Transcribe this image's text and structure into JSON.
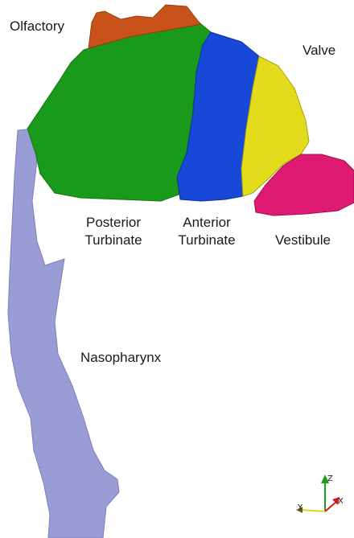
{
  "labels": {
    "olfactory": "Olfactory",
    "valve": "Valve",
    "posterior_turbinate": [
      "Posterior",
      "Turbinate"
    ],
    "anterior_turbinate": [
      "Anterior",
      "Turbinate"
    ],
    "vestibule": "Vestibule",
    "nasopharynx": "Nasopharynx"
  },
  "axes": {
    "z": "Z",
    "x": "X",
    "y": "Y"
  },
  "colors": {
    "olfactory": "#c8521a",
    "posterior_turbinate": "#1a9a1a",
    "anterior_turbinate": "#1848d8",
    "valve": "#e2dc1c",
    "vestibule": "#de1a72",
    "nasopharynx": "#9a9cd6"
  }
}
